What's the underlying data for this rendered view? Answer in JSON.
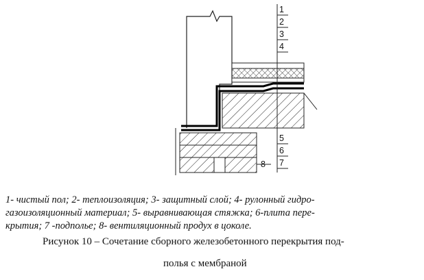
{
  "figure": {
    "labels": [
      "1",
      "2",
      "3",
      "4",
      "5",
      "6",
      "7",
      "8"
    ],
    "legend": [
      "1- чистый пол; 2- теплоизоляция; 3- защитный слой; 4- рулонный гидро-",
      "газоизоляционный материал; 5- выравнивающая стяжка; 6-плита пере-",
      "крытия; 7 -подполье; 8- вентиляционный продух в цоколе."
    ],
    "caption": [
      "Рисунок 10 – Сочетание сборного железобетонного перекрытия под-",
      "полья с мембраной"
    ]
  }
}
